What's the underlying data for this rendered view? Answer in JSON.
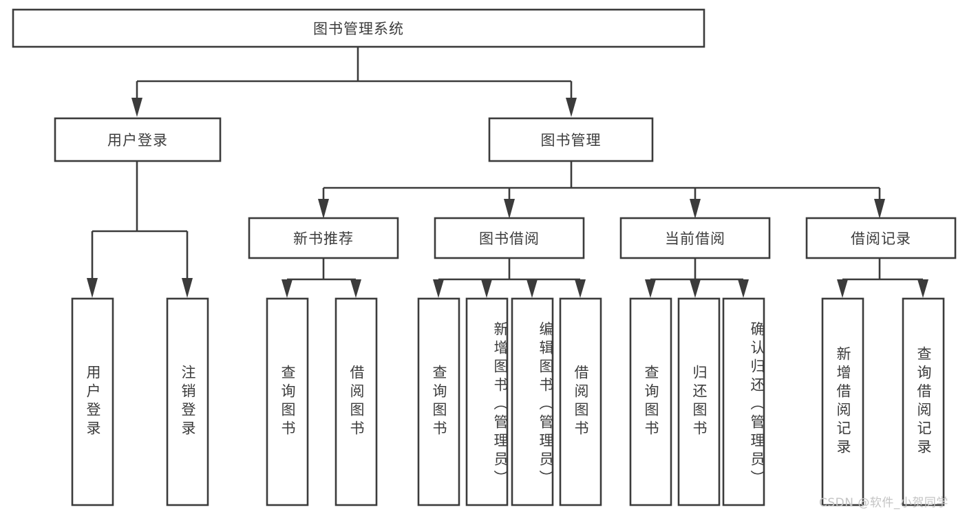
{
  "diagram": {
    "type": "tree",
    "title": "图书管理系统",
    "watermark": "CSDN @软件_小贺同学",
    "colors": {
      "box_stroke": "#3b3b3b",
      "box_fill": "#ffffff",
      "text": "#3c3c3c",
      "background": "#ffffff",
      "watermark": "#c4c4c4"
    },
    "nodes": {
      "root": {
        "label": "图书管理系统",
        "orientation": "horizontal"
      },
      "level1": [
        {
          "label": "用户登录",
          "orientation": "horizontal"
        },
        {
          "label": "图书管理",
          "orientation": "horizontal"
        }
      ],
      "level2": [
        {
          "label": "新书推荐",
          "orientation": "horizontal"
        },
        {
          "label": "图书借阅",
          "orientation": "horizontal"
        },
        {
          "label": "当前借阅",
          "orientation": "horizontal"
        },
        {
          "label": "借阅记录",
          "orientation": "horizontal"
        }
      ],
      "leaves_user_login": [
        {
          "label": "用户登录",
          "orientation": "vertical"
        },
        {
          "label": "注销登录",
          "orientation": "vertical"
        }
      ],
      "leaves_new_book": [
        {
          "label": "查询图书",
          "orientation": "vertical"
        },
        {
          "label": "借阅图书",
          "orientation": "vertical"
        }
      ],
      "leaves_borrow": [
        {
          "label": "查询图书",
          "orientation": "vertical"
        },
        {
          "label": "新增图书（管理员）",
          "orientation": "vertical"
        },
        {
          "label": "编辑图书（管理员）",
          "orientation": "vertical"
        },
        {
          "label": "借阅图书",
          "orientation": "vertical"
        }
      ],
      "leaves_current": [
        {
          "label": "查询图书",
          "orientation": "vertical"
        },
        {
          "label": "归还图书",
          "orientation": "vertical"
        },
        {
          "label": "确认归还（管理员）",
          "orientation": "vertical"
        }
      ],
      "leaves_records": [
        {
          "label": "新增借阅记录",
          "orientation": "vertical"
        },
        {
          "label": "查询借阅记录",
          "orientation": "vertical"
        }
      ]
    },
    "edges": [
      {
        "from": "图书管理系统",
        "to": "用户登录"
      },
      {
        "from": "图书管理系统",
        "to": "图书管理"
      },
      {
        "from": "用户登录",
        "to": "用户登录"
      },
      {
        "from": "用户登录",
        "to": "注销登录"
      },
      {
        "from": "图书管理",
        "to": "新书推荐"
      },
      {
        "from": "图书管理",
        "to": "图书借阅"
      },
      {
        "from": "图书管理",
        "to": "当前借阅"
      },
      {
        "from": "图书管理",
        "to": "借阅记录"
      },
      {
        "from": "新书推荐",
        "to": "查询图书"
      },
      {
        "from": "新书推荐",
        "to": "借阅图书"
      },
      {
        "from": "图书借阅",
        "to": "查询图书"
      },
      {
        "from": "图书借阅",
        "to": "新增图书（管理员）"
      },
      {
        "from": "图书借阅",
        "to": "编辑图书（管理员）"
      },
      {
        "from": "图书借阅",
        "to": "借阅图书"
      },
      {
        "from": "当前借阅",
        "to": "查询图书"
      },
      {
        "from": "当前借阅",
        "to": "归还图书"
      },
      {
        "from": "当前借阅",
        "to": "确认归还（管理员）"
      },
      {
        "from": "借阅记录",
        "to": "新增借阅记录"
      },
      {
        "from": "借阅记录",
        "to": "查询借阅记录"
      }
    ]
  }
}
